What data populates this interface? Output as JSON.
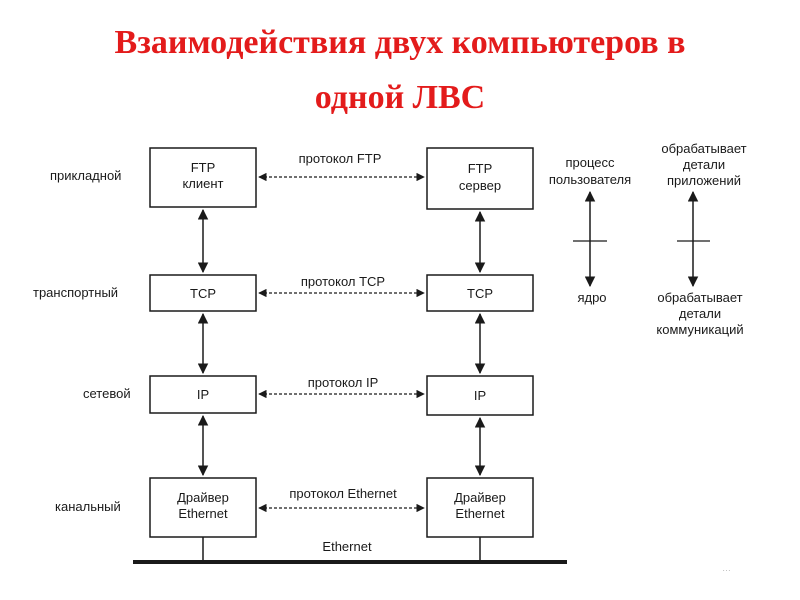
{
  "title": {
    "line1": "Взаимодействия двух компьютеров в",
    "line2": "одной ЛВС"
  },
  "layers": {
    "application": "прикладной",
    "transport": "транспортный",
    "network": "сетевой",
    "link": "канальный"
  },
  "client_boxes": {
    "ftp_line1": "FTP",
    "ftp_line2": "клиент",
    "tcp": "TCP",
    "ip": "IP",
    "drv_line1": "Драйвер",
    "drv_line2": "Ethernet"
  },
  "server_boxes": {
    "ftp_line1": "FTP",
    "ftp_line2": "сервер",
    "tcp": "TCP",
    "ip": "IP",
    "drv_line1": "Драйвер",
    "drv_line2": "Ethernet"
  },
  "protocols": {
    "ftp": "протокол FTP",
    "tcp": "протокол TCP",
    "ip": "протокол IP",
    "ethernet": "протокол Ethernet"
  },
  "bus_label": "Ethernet",
  "legend": {
    "user_process_line1": "процесс",
    "user_process_line2": "пользователя",
    "kernel": "ядро",
    "app_details_line1": "обрабатывает",
    "app_details_line2": "детали",
    "app_details_line3": "приложений",
    "comm_details_line1": "обрабатывает",
    "comm_details_line2": "детали",
    "comm_details_line3": "коммуникаций"
  },
  "page_mark": "…",
  "colors": {
    "title": "#e31b1b",
    "stroke": "#1a1a1a"
  }
}
